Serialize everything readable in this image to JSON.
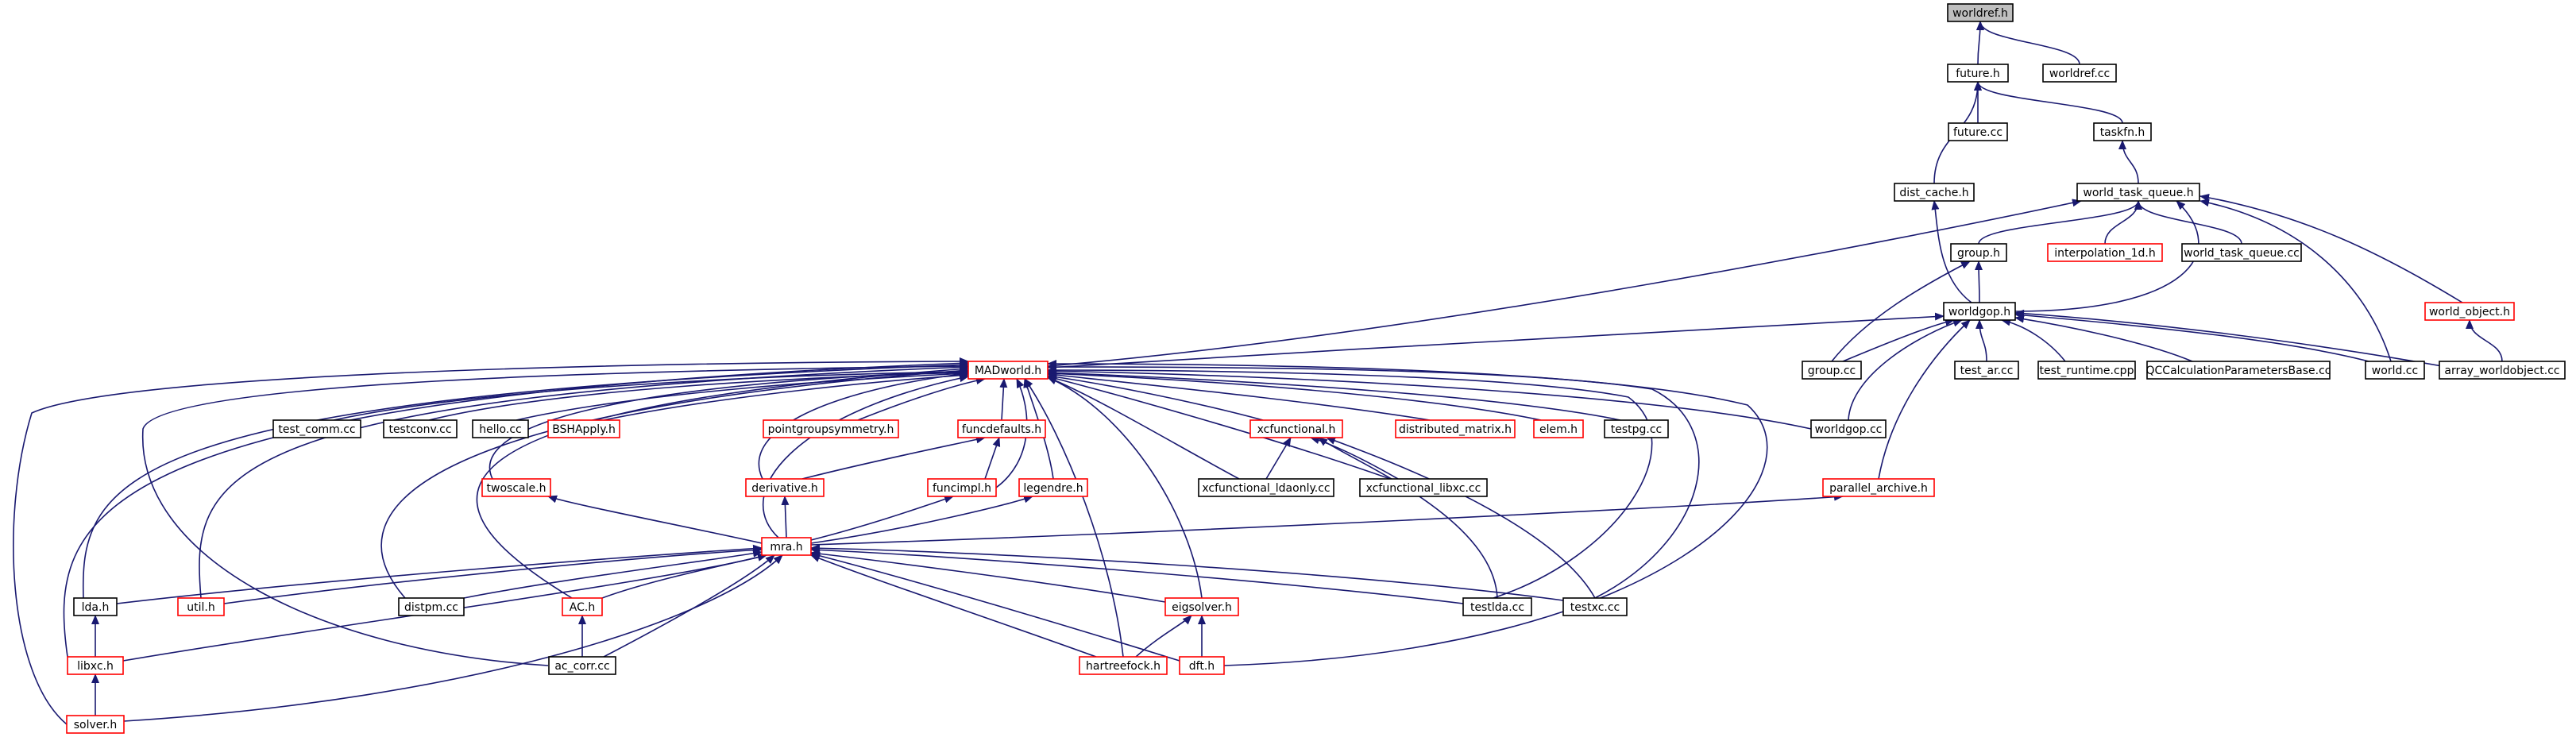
{
  "colors": {
    "edge": "#191970",
    "arrow": "#191970",
    "box_default": "#000000",
    "box_incomplete": "#ff0000",
    "box_focus_fill": "#bfbfbf",
    "text": "#000000",
    "background": "#ffffff"
  },
  "nodes": [
    {
      "id": "worldref_h",
      "label": "worldref.h",
      "style": "focus"
    },
    {
      "id": "future_h",
      "label": "future.h",
      "style": "default"
    },
    {
      "id": "worldref_cc",
      "label": "worldref.cc",
      "style": "default"
    },
    {
      "id": "future_cc",
      "label": "future.cc",
      "style": "default"
    },
    {
      "id": "taskfn_h",
      "label": "taskfn.h",
      "style": "default"
    },
    {
      "id": "dist_cache_h",
      "label": "dist_cache.h",
      "style": "default"
    },
    {
      "id": "world_task_queue_h",
      "label": "world_task_queue.h",
      "style": "default"
    },
    {
      "id": "group_h",
      "label": "group.h",
      "style": "default"
    },
    {
      "id": "interpolation_1d_h",
      "label": "interpolation_1d.h",
      "style": "incomplete"
    },
    {
      "id": "world_task_queue_cc",
      "label": "world_task_queue.cc",
      "style": "default"
    },
    {
      "id": "world_object_h",
      "label": "world_object.h",
      "style": "incomplete"
    },
    {
      "id": "worldgop_h",
      "label": "worldgop.h",
      "style": "default"
    },
    {
      "id": "madworld_h",
      "label": "MADworld.h",
      "style": "incomplete"
    },
    {
      "id": "group_cc",
      "label": "group.cc",
      "style": "default"
    },
    {
      "id": "test_ar_cc",
      "label": "test_ar.cc",
      "style": "default"
    },
    {
      "id": "test_runtime_cpp",
      "label": "test_runtime.cpp",
      "style": "default"
    },
    {
      "id": "qccalc_cc",
      "label": "QCCalculationParametersBase.cc",
      "style": "default"
    },
    {
      "id": "world_cc",
      "label": "world.cc",
      "style": "default"
    },
    {
      "id": "array_worldobject_cc",
      "label": "array_worldobject.cc",
      "style": "default"
    },
    {
      "id": "test_comm_cc",
      "label": "test_comm.cc",
      "style": "default"
    },
    {
      "id": "testconv_cc",
      "label": "testconv.cc",
      "style": "default"
    },
    {
      "id": "hello_cc",
      "label": "hello.cc",
      "style": "default"
    },
    {
      "id": "bshapply_h",
      "label": "BSHApply.h",
      "style": "incomplete"
    },
    {
      "id": "pointgroupsymmetry_h",
      "label": "pointgroupsymmetry.h",
      "style": "incomplete"
    },
    {
      "id": "funcdefaults_h",
      "label": "funcdefaults.h",
      "style": "incomplete"
    },
    {
      "id": "xcfunctional_h",
      "label": "xcfunctional.h",
      "style": "incomplete"
    },
    {
      "id": "distributed_matrix_h",
      "label": "distributed_matrix.h",
      "style": "incomplete"
    },
    {
      "id": "elem_h",
      "label": "elem.h",
      "style": "incomplete"
    },
    {
      "id": "testpg_cc",
      "label": "testpg.cc",
      "style": "default"
    },
    {
      "id": "worldgop_cc",
      "label": "worldgop.cc",
      "style": "default"
    },
    {
      "id": "twoscale_h",
      "label": "twoscale.h",
      "style": "incomplete"
    },
    {
      "id": "derivative_h",
      "label": "derivative.h",
      "style": "incomplete"
    },
    {
      "id": "funcimpl_h",
      "label": "funcimpl.h",
      "style": "incomplete"
    },
    {
      "id": "legendre_h",
      "label": "legendre.h",
      "style": "incomplete"
    },
    {
      "id": "xcfunctional_ldaonly_cc",
      "label": "xcfunctional_ldaonly.cc",
      "style": "default"
    },
    {
      "id": "xcfunctional_libxc_cc",
      "label": "xcfunctional_libxc.cc",
      "style": "default"
    },
    {
      "id": "parallel_archive_h",
      "label": "parallel_archive.h",
      "style": "incomplete"
    },
    {
      "id": "mra_h",
      "label": "mra.h",
      "style": "incomplete"
    },
    {
      "id": "lda_h",
      "label": "lda.h",
      "style": "default"
    },
    {
      "id": "util_h",
      "label": "util.h",
      "style": "incomplete"
    },
    {
      "id": "distpm_cc",
      "label": "distpm.cc",
      "style": "default"
    },
    {
      "id": "ac_h",
      "label": "AC.h",
      "style": "incomplete"
    },
    {
      "id": "eigsolver_h",
      "label": "eigsolver.h",
      "style": "incomplete"
    },
    {
      "id": "testlda_cc",
      "label": "testlda.cc",
      "style": "default"
    },
    {
      "id": "testxc_cc",
      "label": "testxc.cc",
      "style": "default"
    },
    {
      "id": "libxc_h",
      "label": "libxc.h",
      "style": "incomplete"
    },
    {
      "id": "ac_corr_cc",
      "label": "ac_corr.cc",
      "style": "default"
    },
    {
      "id": "hartreefock_h",
      "label": "hartreefock.h",
      "style": "incomplete"
    },
    {
      "id": "dft_h",
      "label": "dft.h",
      "style": "incomplete"
    },
    {
      "id": "solver_h",
      "label": "solver.h",
      "style": "incomplete"
    }
  ],
  "edges": [
    [
      "future_h",
      "worldref_h"
    ],
    [
      "worldref_cc",
      "worldref_h"
    ],
    [
      "future_cc",
      "future_h"
    ],
    [
      "taskfn_h",
      "future_h"
    ],
    [
      "dist_cache_h",
      "future_h"
    ],
    [
      "world_task_queue_h",
      "taskfn_h"
    ],
    [
      "group_h",
      "world_task_queue_h"
    ],
    [
      "interpolation_1d_h",
      "world_task_queue_h"
    ],
    [
      "world_task_queue_cc",
      "world_task_queue_h"
    ],
    [
      "world_object_h",
      "world_task_queue_h"
    ],
    [
      "worldgop_h",
      "world_task_queue_h"
    ],
    [
      "world_cc",
      "world_task_queue_h"
    ],
    [
      "madworld_h",
      "world_task_queue_h"
    ],
    [
      "worldgop_h",
      "dist_cache_h"
    ],
    [
      "worldgop_h",
      "group_h"
    ],
    [
      "group_cc",
      "group_h"
    ],
    [
      "array_worldobject_cc",
      "world_object_h"
    ],
    [
      "madworld_h",
      "worldgop_h"
    ],
    [
      "group_cc",
      "worldgop_h"
    ],
    [
      "test_ar_cc",
      "worldgop_h"
    ],
    [
      "test_runtime_cpp",
      "worldgop_h"
    ],
    [
      "qccalc_cc",
      "worldgop_h"
    ],
    [
      "world_cc",
      "worldgop_h"
    ],
    [
      "array_worldobject_cc",
      "worldgop_h"
    ],
    [
      "worldgop_cc",
      "worldgop_h"
    ],
    [
      "parallel_archive_h",
      "worldgop_h"
    ],
    [
      "test_comm_cc",
      "madworld_h"
    ],
    [
      "testconv_cc",
      "madworld_h"
    ],
    [
      "hello_cc",
      "madworld_h"
    ],
    [
      "bshapply_h",
      "madworld_h"
    ],
    [
      "pointgroupsymmetry_h",
      "madworld_h"
    ],
    [
      "funcdefaults_h",
      "madworld_h"
    ],
    [
      "xcfunctional_h",
      "madworld_h"
    ],
    [
      "distributed_matrix_h",
      "madworld_h"
    ],
    [
      "elem_h",
      "madworld_h"
    ],
    [
      "testpg_cc",
      "madworld_h"
    ],
    [
      "worldgop_cc",
      "madworld_h"
    ],
    [
      "twoscale_h",
      "madworld_h"
    ],
    [
      "derivative_h",
      "madworld_h"
    ],
    [
      "funcimpl_h",
      "madworld_h"
    ],
    [
      "legendre_h",
      "madworld_h"
    ],
    [
      "xcfunctional_ldaonly_cc",
      "madworld_h"
    ],
    [
      "xcfunctional_libxc_cc",
      "madworld_h"
    ],
    [
      "mra_h",
      "madworld_h"
    ],
    [
      "lda_h",
      "madworld_h"
    ],
    [
      "util_h",
      "madworld_h"
    ],
    [
      "distpm_cc",
      "madworld_h"
    ],
    [
      "ac_h",
      "madworld_h"
    ],
    [
      "eigsolver_h",
      "madworld_h"
    ],
    [
      "testlda_cc",
      "madworld_h"
    ],
    [
      "testxc_cc",
      "madworld_h"
    ],
    [
      "libxc_h",
      "madworld_h"
    ],
    [
      "ac_corr_cc",
      "madworld_h"
    ],
    [
      "hartreefock_h",
      "madworld_h"
    ],
    [
      "dft_h",
      "madworld_h"
    ],
    [
      "solver_h",
      "madworld_h"
    ],
    [
      "derivative_h",
      "funcdefaults_h"
    ],
    [
      "funcimpl_h",
      "funcdefaults_h"
    ],
    [
      "xcfunctional_ldaonly_cc",
      "xcfunctional_h"
    ],
    [
      "xcfunctional_libxc_cc",
      "xcfunctional_h"
    ],
    [
      "testlda_cc",
      "xcfunctional_h"
    ],
    [
      "testxc_cc",
      "xcfunctional_h"
    ],
    [
      "mra_h",
      "twoscale_h"
    ],
    [
      "mra_h",
      "derivative_h"
    ],
    [
      "mra_h",
      "funcimpl_h"
    ],
    [
      "mra_h",
      "legendre_h"
    ],
    [
      "mra_h",
      "parallel_archive_h"
    ],
    [
      "lda_h",
      "mra_h"
    ],
    [
      "util_h",
      "mra_h"
    ],
    [
      "distpm_cc",
      "mra_h"
    ],
    [
      "ac_h",
      "mra_h"
    ],
    [
      "eigsolver_h",
      "mra_h"
    ],
    [
      "testlda_cc",
      "mra_h"
    ],
    [
      "testxc_cc",
      "mra_h"
    ],
    [
      "libxc_h",
      "mra_h"
    ],
    [
      "ac_corr_cc",
      "mra_h"
    ],
    [
      "hartreefock_h",
      "mra_h"
    ],
    [
      "dft_h",
      "mra_h"
    ],
    [
      "solver_h",
      "mra_h"
    ],
    [
      "libxc_h",
      "lda_h"
    ],
    [
      "ac_corr_cc",
      "ac_h"
    ],
    [
      "hartreefock_h",
      "eigsolver_h"
    ],
    [
      "dft_h",
      "eigsolver_h"
    ],
    [
      "solver_h",
      "libxc_h"
    ]
  ]
}
